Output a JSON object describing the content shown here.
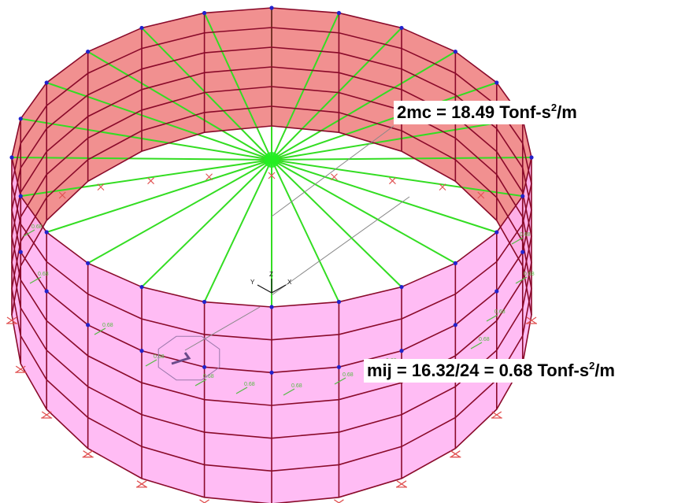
{
  "annotations": {
    "top": {
      "prefix": "2mc = 18.49 Tonf-s",
      "exponent": "2",
      "suffix": "/m"
    },
    "bottom": {
      "prefix": "mij = 16.32/24 = 0.68 Tonf-s",
      "exponent": "2",
      "suffix": "/m"
    }
  },
  "axis_triad": {
    "x_label": "X",
    "y_label": "Y",
    "z_label": "Z"
  },
  "spring_label": "0.68",
  "colors": {
    "roof_outer_face": "#f08a8a",
    "wall_face": "#ffb3f3",
    "frame_line": "#8a0a2a",
    "spoke_line": "#33dd22",
    "node_dot": "#2222cc",
    "support_marker": "#e05050",
    "hub_fill": "#22ee22"
  },
  "model": {
    "wall_segments": 24,
    "spokes": 24,
    "rows": 6
  }
}
